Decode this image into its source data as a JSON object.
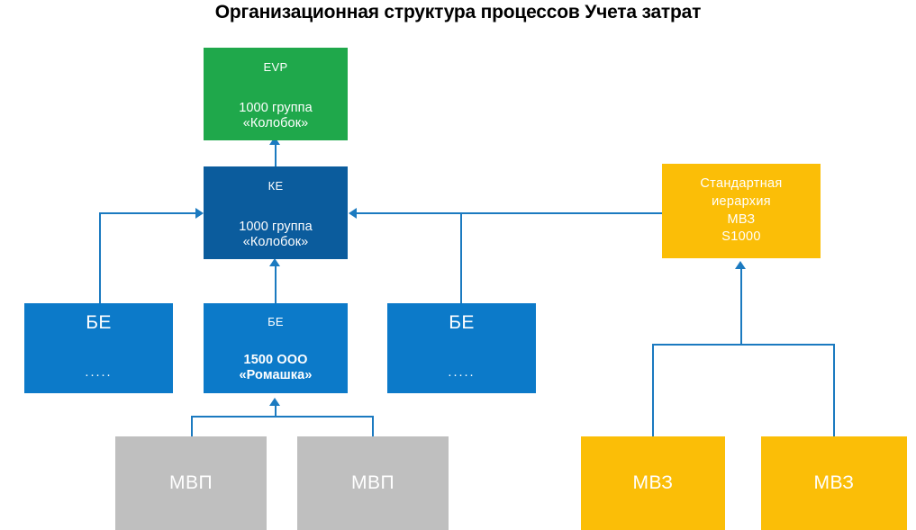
{
  "page": {
    "title": "Организационная структура процессов Учета затрат",
    "background": "#FFFFFF"
  },
  "palette": {
    "green": "#1FA84B",
    "dark_blue": "#0B5C9D",
    "blue": "#0C7AC9",
    "gray": "#BFBFBF",
    "yellow": "#FBBE07",
    "connector_blue": "#1B7AC0",
    "text_on_node": "#FFFFFF",
    "title_text": "#000000"
  },
  "chart_data": {
    "type": "diagram",
    "title": "Организационная структура процессов Учета затрат",
    "nodes": [
      {
        "id": "evp",
        "header": "EVP",
        "sub": "1000 группа\n«Колобок»",
        "color": "#1FA84B",
        "level": 0
      },
      {
        "id": "ke",
        "header": "КЕ",
        "sub": "1000 группа\n«Колобок»",
        "color": "#0B5C9D",
        "level": 1
      },
      {
        "id": "std_hier",
        "header": "Стандартная иерархия МВЗ S1000",
        "color": "#FBBE07",
        "level": 1
      },
      {
        "id": "be_left",
        "header": "БЕ",
        "sub": ".....",
        "color": "#0C7AC9",
        "level": 2
      },
      {
        "id": "be_mid",
        "header": "БЕ",
        "sub": "1500 ООО «Ромашка»",
        "color": "#0C7AC9",
        "level": 2
      },
      {
        "id": "be_right",
        "header": "БЕ",
        "sub": ".....",
        "color": "#0C7AC9",
        "level": 2
      },
      {
        "id": "mvp_1",
        "header": "МВП",
        "color": "#BFBFBF",
        "level": 3
      },
      {
        "id": "mvp_2",
        "header": "МВП",
        "color": "#BFBFBF",
        "level": 3
      },
      {
        "id": "mvz_1",
        "header": "МВЗ",
        "color": "#FBBE07",
        "level": 3
      },
      {
        "id": "mvz_2",
        "header": "МВЗ",
        "color": "#FBBE07",
        "level": 3
      }
    ],
    "edges": [
      {
        "from": "ke",
        "to": "evp",
        "direction": "up"
      },
      {
        "from": "be_mid",
        "to": "ke",
        "direction": "up"
      },
      {
        "from": "be_left",
        "to": "ke",
        "direction": "right"
      },
      {
        "from": "be_right",
        "to": "ke",
        "direction": "left"
      },
      {
        "from": "std_hier",
        "to": "ke",
        "direction": "left"
      },
      {
        "from": "mvp_1",
        "to": "be_mid",
        "direction": "up"
      },
      {
        "from": "mvp_2",
        "to": "be_mid",
        "direction": "up"
      },
      {
        "from": "mvz_1",
        "to": "std_hier",
        "direction": "up"
      },
      {
        "from": "mvz_2",
        "to": "std_hier",
        "direction": "up"
      }
    ]
  },
  "nodes": {
    "evp": {
      "header": "EVP",
      "sub_line1": "1000 группа",
      "sub_line2": "«Колобок»"
    },
    "ke": {
      "header": "КЕ",
      "sub_line1": "1000 группа",
      "sub_line2": "«Колобок»"
    },
    "std_hier": {
      "line1": "Стандартная",
      "line2": "иерархия",
      "line3": "МВЗ",
      "line4": "S1000"
    },
    "be_left": {
      "header": "БЕ",
      "sub": "....."
    },
    "be_mid": {
      "header": "БЕ",
      "sub_line1": "1500 ООО",
      "sub_line2": "«Ромашка»"
    },
    "be_right": {
      "header": "БЕ",
      "sub": "....."
    },
    "mvp_1": {
      "header": "МВП"
    },
    "mvp_2": {
      "header": "МВП"
    },
    "mvz_1": {
      "header": "МВЗ"
    },
    "mvz_2": {
      "header": "МВЗ"
    }
  }
}
